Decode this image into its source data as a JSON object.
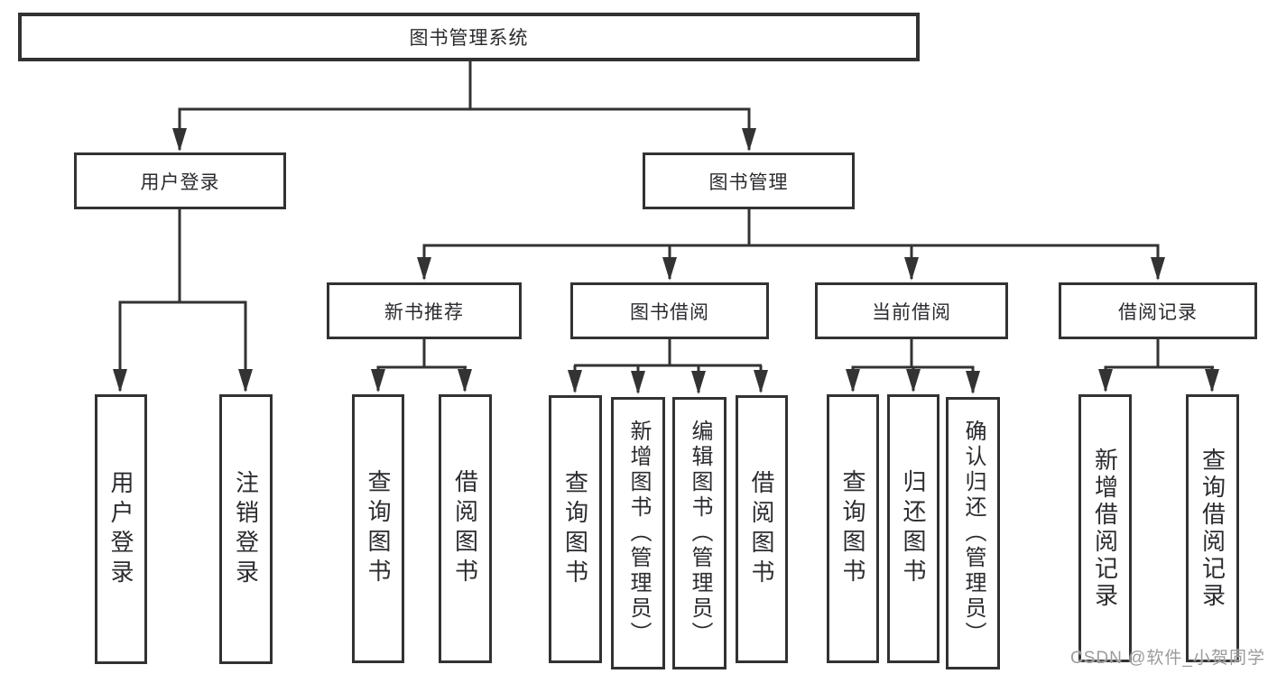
{
  "tree": {
    "root": "图书管理系统",
    "branches": [
      {
        "label": "用户登录",
        "children": [
          "用户登录",
          "注销登录"
        ]
      },
      {
        "label": "图书管理",
        "sections": [
          {
            "label": "新书推荐",
            "children": [
              "查询图书",
              "借阅图书"
            ]
          },
          {
            "label": "图书借阅",
            "children": [
              "查询图书",
              "新增图书（管理员）",
              "编辑图书（管理员）",
              "借阅图书"
            ]
          },
          {
            "label": "当前借阅",
            "children": [
              "查询图书",
              "归还图书",
              "确认归还（管理员）"
            ]
          },
          {
            "label": "借阅记录",
            "children": [
              "新增借阅记录",
              "查询借阅记录"
            ]
          }
        ]
      }
    ]
  },
  "watermark": "CSDN @软件_小贺同学",
  "colors": {
    "line": "#333333",
    "box_border": "#323232",
    "text": "#2c2c30",
    "watermark": "#9b9b9b",
    "background": "#ffffff"
  }
}
